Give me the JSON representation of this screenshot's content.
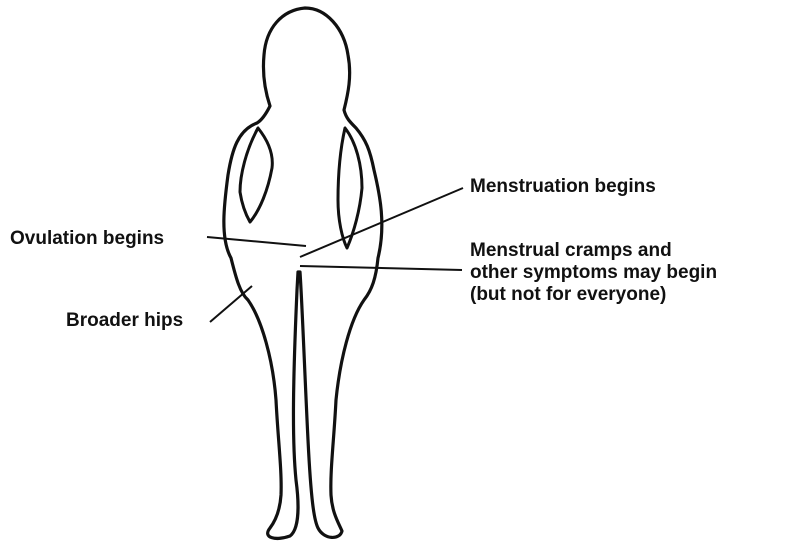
{
  "diagram": {
    "labels": {
      "menstruation": "Menstruation begins",
      "ovulation": "Ovulation begins",
      "cramps_lines": [
        "Menstrual cramps and",
        "other symptoms may begin",
        "(but not for everyone)"
      ],
      "hips": "Broader hips"
    },
    "colors": {
      "outline": "#111111",
      "background": "#ffffff"
    }
  }
}
